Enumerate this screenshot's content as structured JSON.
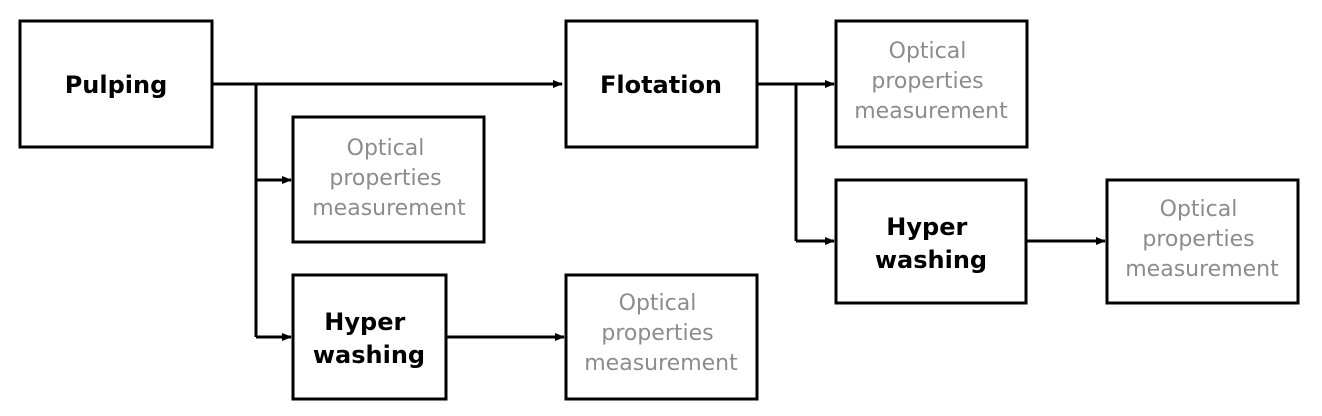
{
  "steps": {
    "pulping": "Pulping",
    "flotation": "Flotation",
    "hyper_washing_1_line1": "Hyper",
    "hyper_washing_1_line2": "washing",
    "hyper_washing_2_line1": "Hyper",
    "hyper_washing_2_line2": "washing"
  },
  "measurements": {
    "after_pulping": [
      "Optical",
      "properties",
      "measurement"
    ],
    "after_pulping_hyper_washing": [
      "Optical",
      "properties",
      "measurement"
    ],
    "after_flotation": [
      "Optical",
      "properties",
      "measurement"
    ],
    "after_flotation_hyper_washing": [
      "Optical",
      "properties",
      "measurement"
    ]
  },
  "colors": {
    "step_text": "#000000",
    "measurement_text": "#8c8c8c",
    "box_border": "#000000",
    "connector": "#000000"
  }
}
